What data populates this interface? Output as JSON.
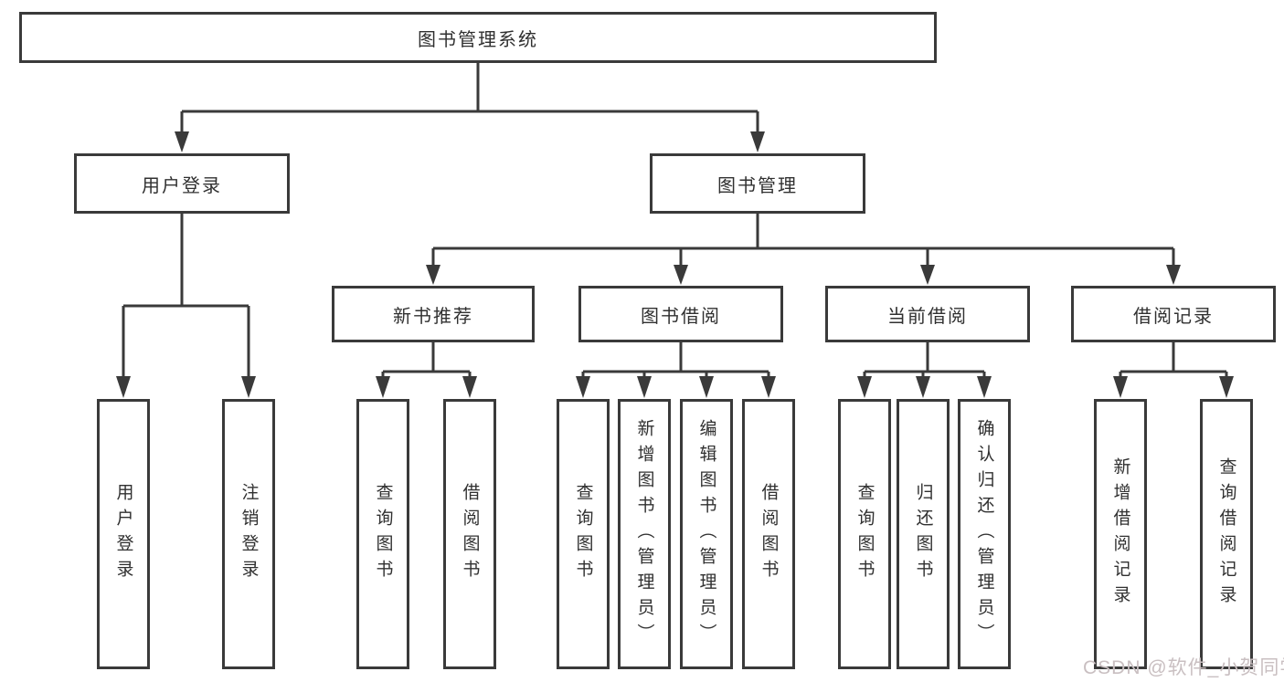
{
  "diagram": {
    "title_node": "图书管理系统",
    "branches": {
      "user_login": {
        "label": "用户登录",
        "children": [
          "用户登录",
          "注销登录"
        ]
      },
      "book_mgmt": {
        "label": "图书管理",
        "sections": [
          {
            "label": "新书推荐",
            "children": [
              "查询图书",
              "借阅图书"
            ]
          },
          {
            "label": "图书借阅",
            "children": [
              "查询图书",
              "新增图书（管理员）",
              "编辑图书（管理员）",
              "借阅图书"
            ]
          },
          {
            "label": "当前借阅",
            "children": [
              "查询图书",
              "归还图书",
              "确认归还（管理员）"
            ]
          },
          {
            "label": "借阅记录",
            "children": [
              "新增借阅记录",
              "查询借阅记录"
            ]
          }
        ]
      }
    }
  },
  "watermark": {
    "text": "CSDN @软件_小贺同学",
    "color": "#c9bfc1"
  },
  "colors": {
    "line": "#3a3a3a",
    "text": "#303030",
    "background": "#ffffff"
  }
}
